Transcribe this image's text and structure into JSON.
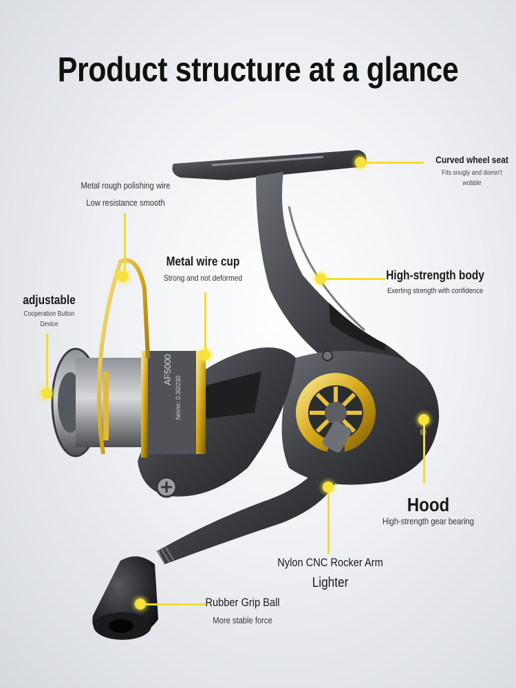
{
  "title": "Product structure at a glance",
  "spool_text": {
    "model": "AF5000",
    "spec": "Nm/m: 0.30/230"
  },
  "callouts": {
    "curved_wheel_seat": {
      "heading": "Curved wheel seat",
      "desc_line1": "Fits snugly and doesn't",
      "desc_line2": "wobble"
    },
    "metal_polishing_wire": {
      "heading": "Metal rough polishing wire",
      "desc": "Low resistance smooth"
    },
    "metal_wire_cup": {
      "heading": "Metal wire cup",
      "desc": "Strong and not deformed"
    },
    "high_strength_body": {
      "heading": "High-strength body",
      "desc": "Exerting strength with confidence"
    },
    "adjustable": {
      "heading": "adjustable",
      "desc_line1": "Cooperation Button",
      "desc_line2": "Device"
    },
    "hood": {
      "heading": "Hood",
      "desc": "High-strength gear bearing"
    },
    "rocker_arm": {
      "heading": "Nylon CNC Rocker Arm",
      "desc": "Lighter"
    },
    "grip_ball": {
      "heading": "Rubber Grip Ball",
      "desc": "More stable force"
    }
  },
  "colors": {
    "accent": "#f2dd2a",
    "body": "#3b3d41",
    "gold": "#d4a514"
  }
}
